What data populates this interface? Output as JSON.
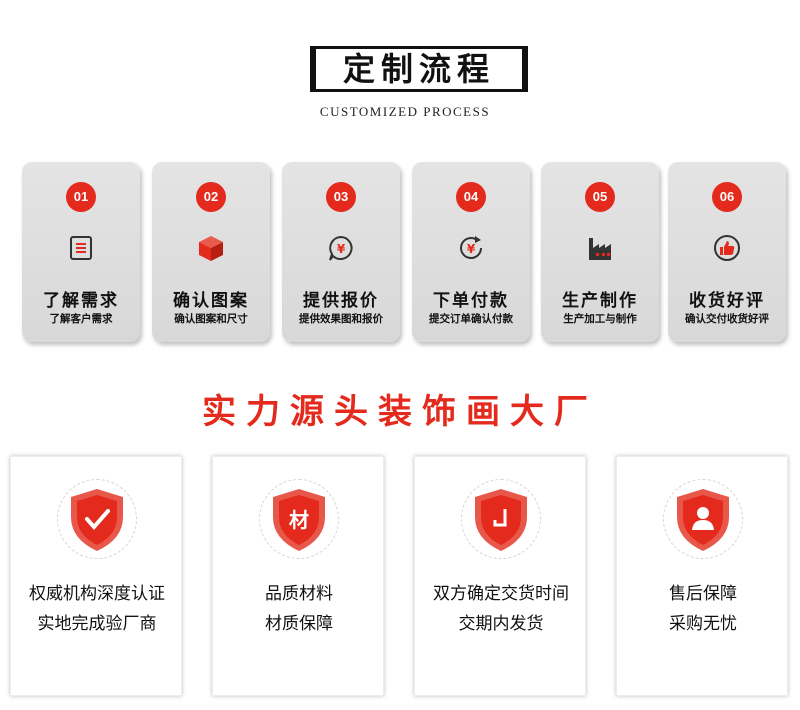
{
  "header": {
    "title": "定制流程",
    "subtitle": "CUSTOMIZED PROCESS"
  },
  "steps": [
    {
      "num": "01",
      "title": "了解需求",
      "desc": "了解客户需求",
      "icon": "document-icon"
    },
    {
      "num": "02",
      "title": "确认图案",
      "desc": "确认图案和尺寸",
      "icon": "cube-icon"
    },
    {
      "num": "03",
      "title": "提供报价",
      "desc": "提供效果图和报价",
      "icon": "yuan-chat-icon"
    },
    {
      "num": "04",
      "title": "下单付款",
      "desc": "提交订单确认付款",
      "icon": "yuan-refresh-icon"
    },
    {
      "num": "05",
      "title": "生产制作",
      "desc": "生产加工与制作",
      "icon": "factory-icon"
    },
    {
      "num": "06",
      "title": "收货好评",
      "desc": "确认交付收货好评",
      "icon": "thumbs-up-icon"
    }
  ],
  "headline": "实力源头装饰画大厂",
  "features": [
    {
      "line1": "权威机构深度认证",
      "line2": "实地完成验厂商",
      "icon": "shield-check-icon"
    },
    {
      "line1": "品质材料",
      "line2": "材质保障",
      "icon": "shield-material-icon",
      "glyph": "材"
    },
    {
      "line1": "双方确定交货时间",
      "line2": "交期内发货",
      "icon": "shield-clock-icon"
    },
    {
      "line1": "售后保障",
      "line2": "采购无忧",
      "icon": "shield-person-icon"
    }
  ],
  "colors": {
    "accent": "#e32a1c",
    "card_bg": "#dedede",
    "text": "#111111"
  }
}
